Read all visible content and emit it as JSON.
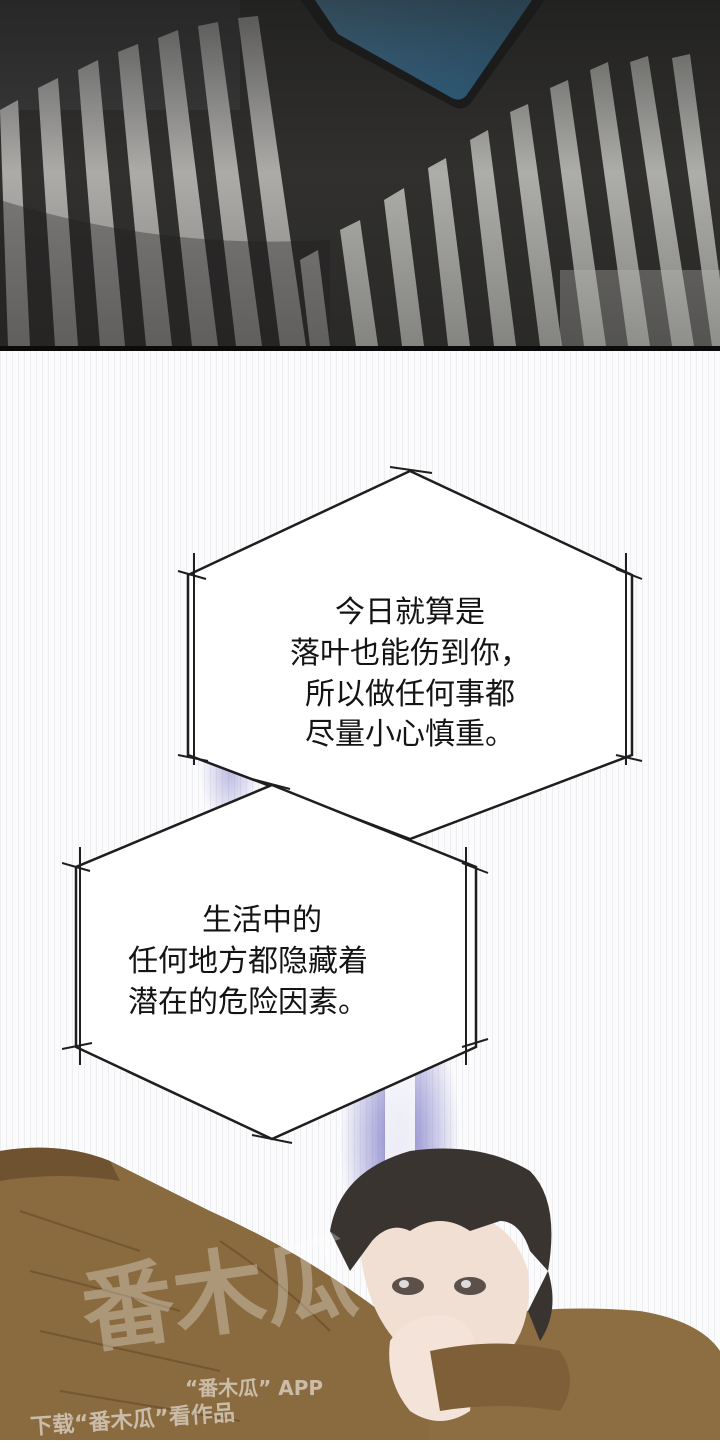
{
  "panel_top": {
    "description_icon": "striped-shadow-scene"
  },
  "bubble_1": {
    "lines": [
      "今日就算是",
      "落叶也能伤到你，",
      "所以做任何事都",
      "尽量小心慎重。"
    ]
  },
  "bubble_2": {
    "lines": [
      "生活中的",
      "任何地方都隐藏着",
      "潜在的危险因素。"
    ]
  },
  "watermark": {
    "app": "“番木瓜” APP",
    "logo_text": "番木瓜",
    "sub": "下载“番木瓜”看作品"
  },
  "colors": {
    "sweater": "#8a6a3f",
    "hair": "#3a3430",
    "skin": "#f1dfd3",
    "sparkle": "#7c79c8",
    "ink": "#141414"
  }
}
